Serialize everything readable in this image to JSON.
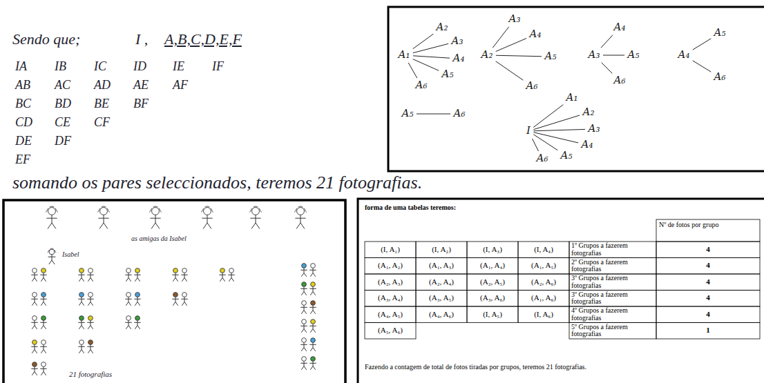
{
  "diagram": {
    "nodes": [
      {
        "text": [
          "A₁"
        ]
      },
      {
        "text": [
          "A₂"
        ]
      },
      {
        "text": [
          "A₃"
        ]
      },
      {
        "text": [
          "A₄"
        ]
      },
      {
        "text": [
          "A₅"
        ]
      },
      {
        "text": [
          "A₆"
        ]
      },
      {
        "text": [
          "A₂"
        ]
      },
      {
        "text": [
          "A₃"
        ]
      },
      {
        "text": [
          "A₄"
        ]
      },
      {
        "text": [
          "A₅"
        ]
      },
      {
        "text": [
          "A₆"
        ]
      },
      {
        "text": [
          "A₃"
        ]
      },
      {
        "text": [
          "A₄"
        ]
      },
      {
        "text": [
          "A₅"
        ]
      },
      {
        "text": [
          "A₆"
        ]
      },
      {
        "text": [
          "A₄"
        ]
      },
      {
        "text": [
          "A₅"
        ]
      },
      {
        "text": [
          "A₆"
        ]
      },
      {
        "text": [
          "A₅"
        ]
      },
      {
        "text": [
          "A₆"
        ]
      },
      {
        "text": [
          "I"
        ]
      },
      {
        "text": [
          "A₁"
        ]
      },
      {
        "text": [
          "A₂"
        ]
      },
      {
        "text": [
          "A₃"
        ]
      },
      {
        "text": [
          "A₄"
        ]
      },
      {
        "text": [
          "A₅"
        ]
      },
      {
        "text": [
          "A₆"
        ]
      }
    ],
    "edges": [
      {
        "from": 0,
        "to": 1,
        "arrow": "none"
      },
      {
        "from": 0,
        "to": 2,
        "arrow": "none"
      },
      {
        "from": 0,
        "to": 3,
        "arrow": "none"
      },
      {
        "from": 0,
        "to": 4,
        "arrow": "none"
      },
      {
        "from": 0,
        "to": 5,
        "arrow": "none"
      },
      {
        "from": 6,
        "to": 7,
        "arrow": "none"
      },
      {
        "from": 6,
        "to": 8,
        "arrow": "none"
      },
      {
        "from": 6,
        "to": 9,
        "arrow": "none"
      },
      {
        "from": 6,
        "to": 10,
        "arrow": "none"
      },
      {
        "from": 11,
        "to": 12,
        "arrow": "none"
      },
      {
        "from": 11,
        "to": 13,
        "arrow": "none"
      },
      {
        "from": 11,
        "to": 14,
        "arrow": "none"
      },
      {
        "from": 15,
        "to": 16,
        "arrow": "none"
      },
      {
        "from": 15,
        "to": 17,
        "arrow": "none"
      },
      {
        "from": 18,
        "to": 19,
        "arrow": "none"
      },
      {
        "from": 20,
        "to": 21,
        "arrow": "none"
      },
      {
        "from": 20,
        "to": 22,
        "arrow": "none"
      },
      {
        "from": 20,
        "to": 23,
        "arrow": "none"
      },
      {
        "from": 20,
        "to": 24,
        "arrow": "none"
      },
      {
        "from": 20,
        "to": 25,
        "arrow": "none"
      },
      {
        "from": 20,
        "to": 26,
        "arrow": "none"
      }
    ],
    "labels": [
      "Sendo que;",
      "I ,",
      "A,B,C,D,E,F",
      "IA",
      "IB",
      "IC",
      "ID",
      "IE",
      "IF",
      "AB",
      "AC",
      "AD",
      "AE",
      "AF",
      "BC",
      "BD",
      "BE",
      "BF",
      "CD",
      "CE",
      "CF",
      "DE",
      "DF",
      "EF",
      "somando os pares seleccionados, teremos 21 fotografias.",
      "as amigas da Isabel",
      "Isabel",
      "21 fotografias",
      "forma de uma tabelas teremos:",
      "Nº de fotos por grupo",
      "(I, A₁)",
      "(I, A₂)",
      "(I, A₃)",
      "(I, A₄)",
      "1º Grupos a fazerem fotografias",
      "4",
      "(A₁, A₂)",
      "(A₁, A₃)",
      "(A₁, A₄)",
      "(A₁, A₅)",
      "2º Grupos a fazerem fotografias",
      "4",
      "(A₂, A₃)",
      "(A₂, A₄)",
      "(A₂, A₅)",
      "(A₂, A₆)",
      "3º Grupos a fazerem fotografias",
      "4",
      "(A₃, A₄)",
      "(A₃, A₅)",
      "(A₃, A₆)",
      "(A₁, A₆)",
      "3º Grupos a fazerem fotografias",
      "4",
      "(A₄, A₅)",
      "(A₄, A₆)",
      "(I, A₅)",
      "(I, A₆)",
      "4º Grupos a fazerem fotografias",
      "4",
      "(A₅, A₆)",
      "5º Grupos a fazerem fotografias",
      "1",
      "Fazendo a contagem de total de fotos tiradas por grupos, teremos 21 fotografias."
    ]
  }
}
